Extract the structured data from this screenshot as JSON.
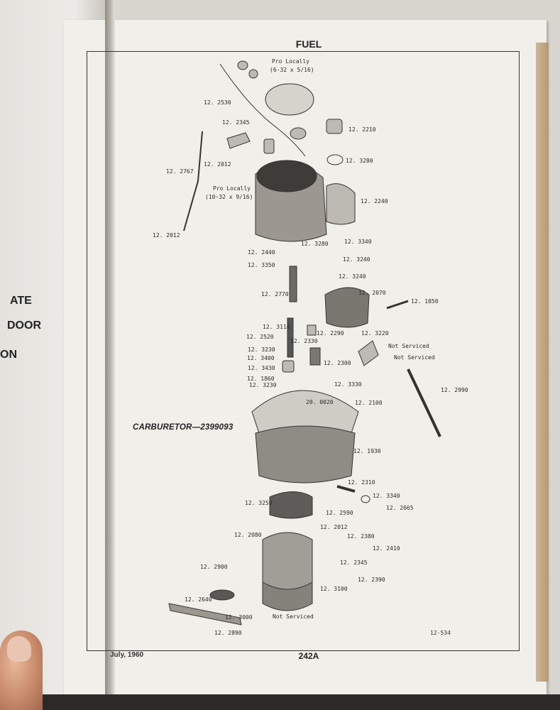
{
  "left_page": {
    "fragments": [
      "ATE",
      "DOOR",
      "ON"
    ]
  },
  "page": {
    "header": "FUEL",
    "footer_date": "July, 1960",
    "page_number": "242A",
    "figure_ref": "12-534"
  },
  "figure": {
    "main_label": "CARBURETOR—2399093",
    "labels": [
      "Pro Locally",
      "(6-32 x 5/16)",
      "12. 2530",
      "12. 2345",
      "12. 2210",
      "12. 2767",
      "12. 2012",
      "12. 3280",
      "Pro Locally",
      "(10-32 x 9/16)",
      "12. 2240",
      "12. 2012",
      "12. 3280",
      "12. 3340",
      "12. 2440",
      "12. 3240",
      "12. 3350",
      "12. 3240",
      "12. 2770",
      "12. 2070",
      "12. 1850",
      "12. 3110",
      "12. 2290",
      "12. 3220",
      "12. 2520",
      "12. 2330",
      "Not Serviced",
      "12. 3230",
      "Not Serviced",
      "12. 3400",
      "12. 2300",
      "12. 3430",
      "12. 1860",
      "12. 3330",
      "12. 3230",
      "12. 2990",
      "20. 0020",
      "12. 2100",
      "12. 1930",
      "12. 2310",
      "12. 3340",
      "12. 3250",
      "12. 2665",
      "12. 2590",
      "12. 2012",
      "12. 2080",
      "12. 2380",
      "12. 2410",
      "12. 2345",
      "12. 2900",
      "12. 2390",
      "12. 3100",
      "12. 2640",
      "12. 3000",
      "Not Serviced",
      "12. 2890"
    ]
  }
}
